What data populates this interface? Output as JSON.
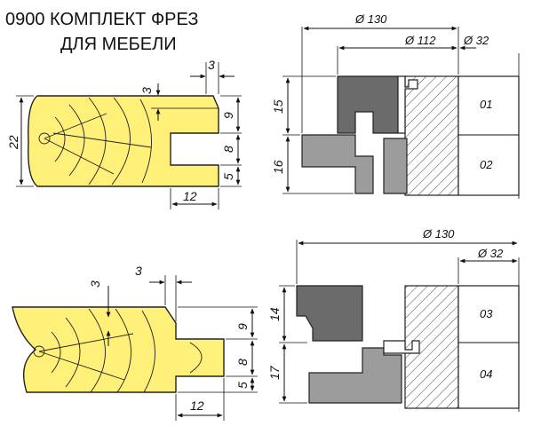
{
  "title": {
    "line1": "0900 КОМПЛЕКТ ФРЕЗ",
    "line2": "ДЛЯ МЕБЕЛИ"
  },
  "profile_top": {
    "dims": {
      "width_total": "22",
      "tongue_offset": "3",
      "chamfer": "3",
      "d9": "9",
      "d8": "8",
      "d5": "5",
      "depth": "12"
    }
  },
  "profile_bottom": {
    "dims": {
      "top_offset": "3",
      "chamfer": "3",
      "d9": "9",
      "d8": "8",
      "d5": "5",
      "depth": "12"
    }
  },
  "cutter_top": {
    "diam_outer": "Ø 130",
    "diam_mid": "Ø 112",
    "diam_bore": "Ø 32",
    "h_upper": "15",
    "h_lower": "16",
    "parts": [
      "01",
      "02"
    ]
  },
  "cutter_bottom": {
    "diam_outer": "Ø 130",
    "diam_bore": "Ø 32",
    "h_upper": "14",
    "h_lower": "17",
    "parts": [
      "03",
      "04"
    ]
  },
  "colors": {
    "wood": "#fff07a",
    "cutter_dark": "#6b6b6b",
    "cutter_light": "#9c9c9c"
  }
}
